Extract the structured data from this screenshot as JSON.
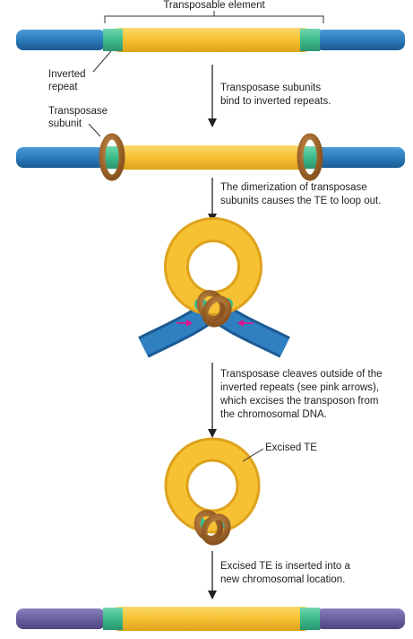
{
  "labels": {
    "transposable_element": "Transposable element",
    "inverted_repeat": [
      "Inverted",
      "repeat"
    ],
    "transposase_subunit": [
      "Transposase",
      "subunit"
    ],
    "excised_te": "Excised TE"
  },
  "steps": [
    {
      "lines": [
        "Transposase subunits",
        "bind to inverted repeats."
      ]
    },
    {
      "lines": [
        "The dimerization of transposase",
        "subunits causes the TE to loop out."
      ]
    },
    {
      "lines": [
        "Transposase cleaves outside of the",
        "inverted repeats (see pink arrows),",
        "which excises the transposon from",
        "the chromosomal DNA."
      ]
    },
    {
      "lines": [
        "Excised TE is inserted into a",
        "new chromosomal location."
      ]
    }
  ],
  "colors": {
    "chromosome_blue": "#2f7fc1",
    "new_chromosome_purple": "#6b5fa0",
    "transposon_yellow": "#f6c133",
    "inverted_repeat_green": "#3dbb8a",
    "transposase_brown": "#a56b2b",
    "cleavage_arrow_pink": "#e0128c"
  }
}
